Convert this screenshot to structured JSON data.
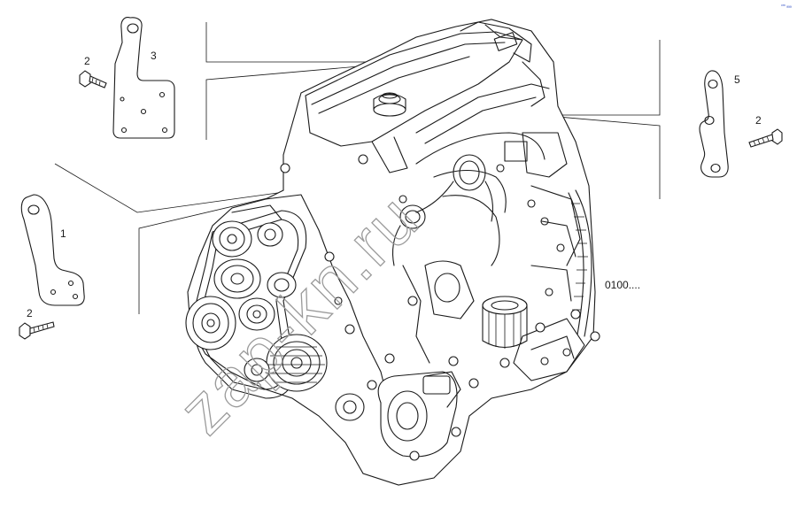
{
  "diagram": {
    "reference_code": "0100....",
    "watermark": "zap-kn.ru",
    "corner_mark": "ᵒᵐ ₐₐₐ",
    "parts": [
      {
        "id": "bracket-3",
        "label": "3"
      },
      {
        "id": "bolt-2a",
        "label": "2"
      },
      {
        "id": "bracket-1",
        "label": "1"
      },
      {
        "id": "bolt-2b",
        "label": "2"
      },
      {
        "id": "bracket-5",
        "label": "5"
      },
      {
        "id": "bolt-2c",
        "label": "2"
      }
    ]
  },
  "colors": {
    "line": "#1a1a1a",
    "watermark": "#9a9a9a",
    "corner_mark": "#1f3fbf"
  }
}
